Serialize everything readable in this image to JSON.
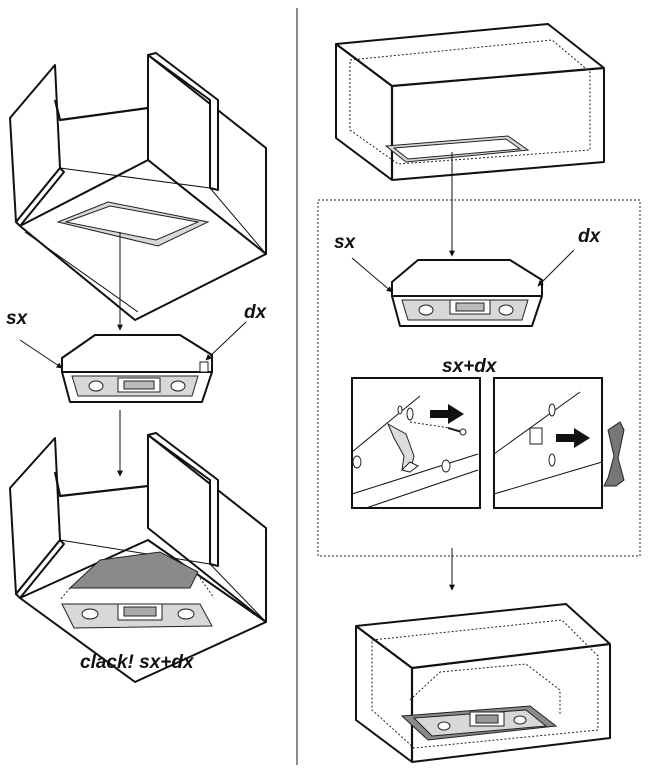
{
  "labels": {
    "left_sx": "sx",
    "left_dx": "dx",
    "left_caption": "clack! sx+dx",
    "right_sx": "sx",
    "right_dx": "dx",
    "right_sxdx": "sx+dx"
  }
}
